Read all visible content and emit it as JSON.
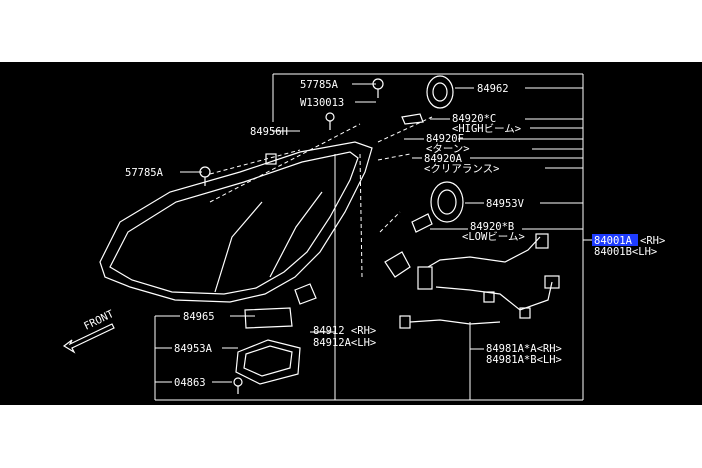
{
  "diagram": {
    "front_label": "FRONT",
    "labels": {
      "p57785a_top": "57785A",
      "pw130013": "W130013",
      "p84956h": "84956H",
      "p57785a_left": "57785A",
      "p84962": "84962",
      "p84920c": "84920*C",
      "p84920c_sub": "<HIGHビーム>",
      "p84920f": "84920F",
      "p84920f_sub": "<ターン>",
      "p84920a": "84920A",
      "p84920a_sub": "<クリアランス>",
      "p84953v": "84953V",
      "p84920b": "84920*B",
      "p84920b_sub": "<LOWビーム>",
      "p84001a": "84001A",
      "p84001a_sub": "<RH>",
      "p84001b": "84001B<LH>",
      "p84965": "84965",
      "p84953a": "84953A",
      "p04863": "04863",
      "p84912": "84912 <RH>",
      "p84912a": "84912A<LH>",
      "p84981a_a": "84981A*A<RH>",
      "p84981a_b": "84981A*B<LH>"
    },
    "highlight_color": "#1e3cff",
    "background_color": "#000000",
    "line_color": "#ffffff"
  }
}
